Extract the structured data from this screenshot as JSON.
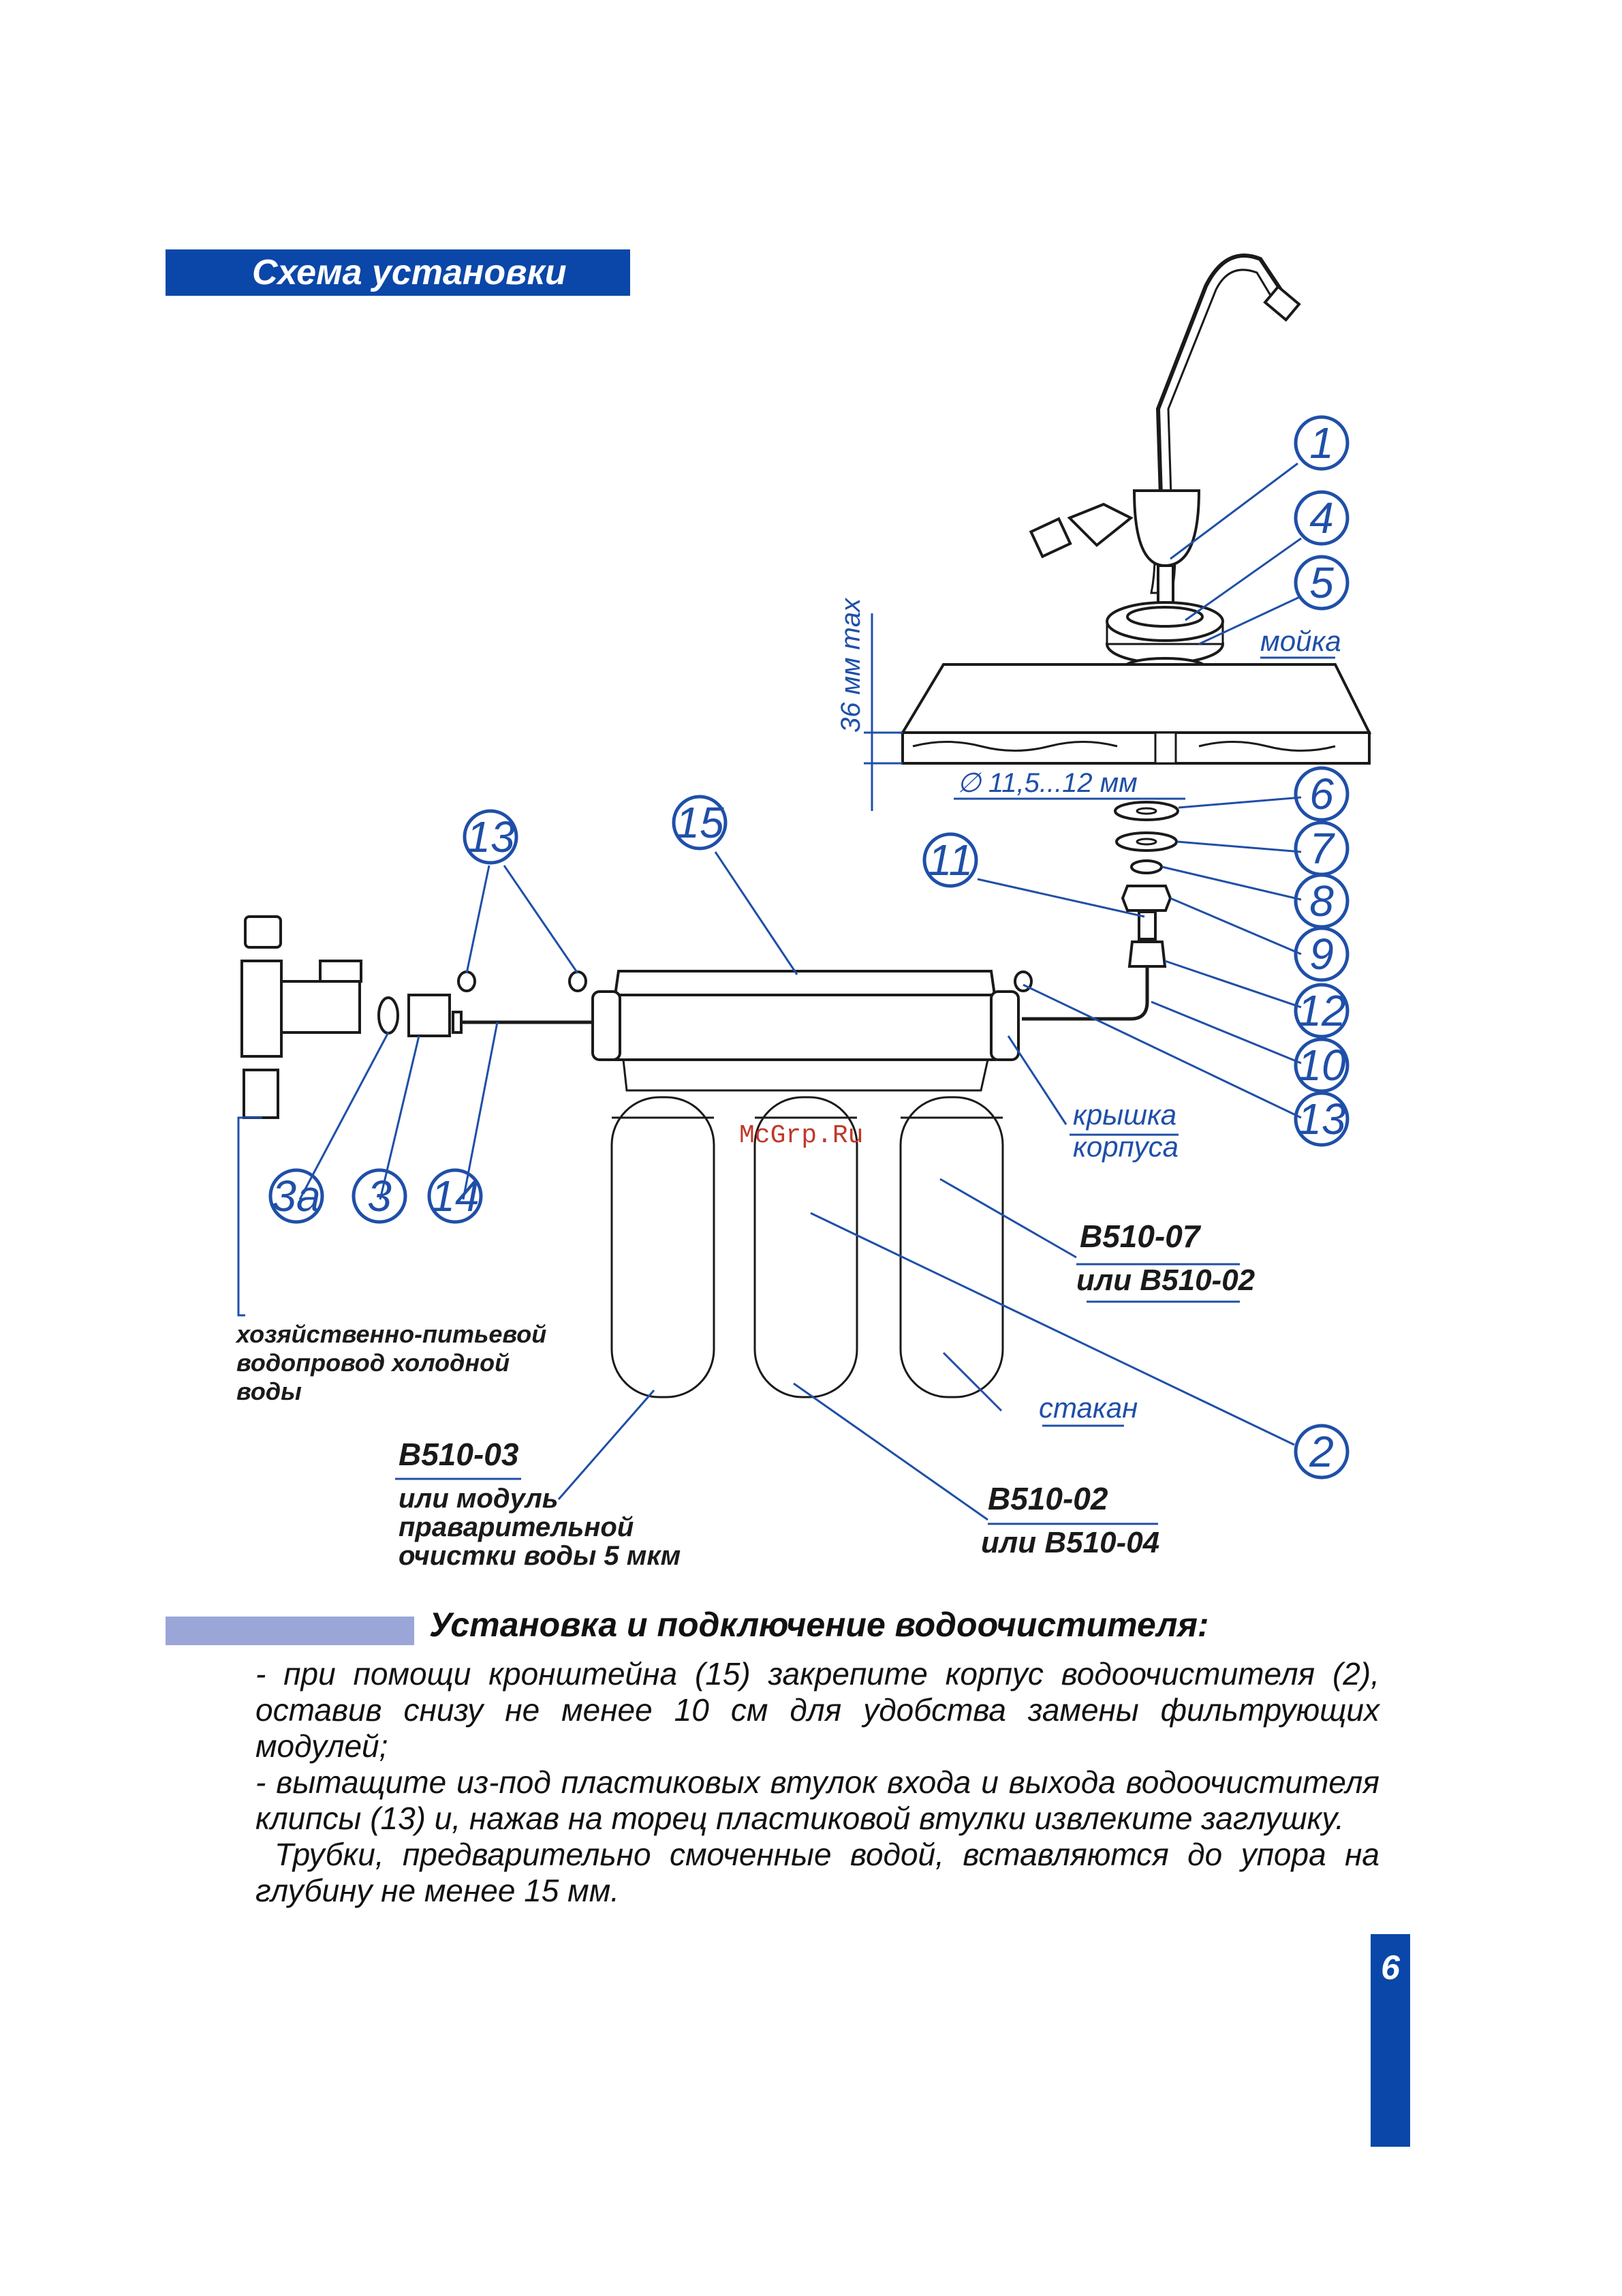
{
  "section": {
    "title": "Схема установки"
  },
  "watermark": "McGrp.Ru",
  "callouts": {
    "c1": "1",
    "c4": "4",
    "c5": "5",
    "c6": "6",
    "c7": "7",
    "c8": "8",
    "c9": "9",
    "c12": "12",
    "c10": "10",
    "c13a": "13",
    "c13b": "13",
    "c11": "11",
    "c15": "15",
    "c3a": "3а",
    "c3": "3",
    "c14": "14",
    "c2": "2"
  },
  "labels": {
    "sink": "мойка",
    "thickness": "36 мм max",
    "hole": "∅ 11,5...12 мм",
    "housing_cover_1": "крышка",
    "housing_cover_2": "корпуса",
    "cup": "стакан",
    "supply_1": "хозяйственно-питьевой",
    "supply_2": "водопровод холодной",
    "supply_3": "воды",
    "m1_a": "В510-07",
    "m1_b": "или В510-02",
    "m3_a": "В510-03",
    "m3_b": "или модуль",
    "m3_c": "праварительной",
    "m3_d": "очистки воды 5 мкм",
    "m2_a": "В510-02",
    "m2_b": "или В510-04"
  },
  "instructions": {
    "title": "Установка и подключение водоочистителя:",
    "p1": "- при помощи кронштейна (15) закрепите корпус водоочистителя (2), оставив снизу не менее 10 см для удобства замены фильтрующих модулей;",
    "p2": "- вытащите из-под пластиковых втулок входа и выхода водоочистителя клипсы (13) и, нажав на торец пластиковой втулки извлеките заглушку.",
    "p3": "Трубки, предварительно смоченные водой, вставляются до упора на глубину не менее 15 мм."
  },
  "page_number": "6",
  "colors": {
    "accent": "#0b47a8",
    "callout": "#1f4fa8",
    "bar": "#9aa6d8"
  }
}
